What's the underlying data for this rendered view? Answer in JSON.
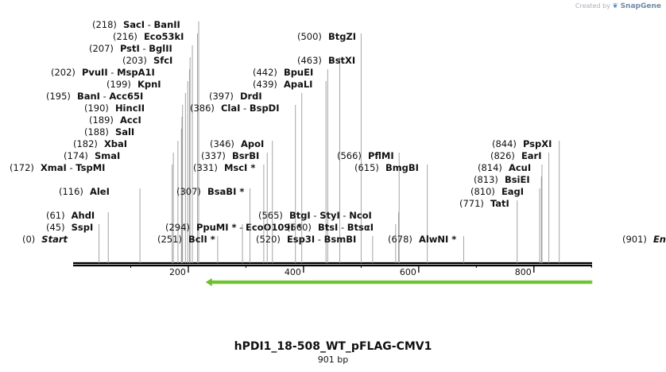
{
  "credit": {
    "prefix": "Created by",
    "brand": "SnapGene"
  },
  "title": "hPDI1_18-508_WT_pFLAG-CMV1",
  "length_label": "901 bp",
  "sequence": {
    "length": 901,
    "ticks": [
      200,
      400,
      600,
      800
    ]
  },
  "feature": {
    "name": "",
    "start": 230,
    "end": 901,
    "direction": "reverse",
    "color": "#6bbf2a"
  },
  "sites": [
    {
      "pos": 0,
      "names": [
        "Start"
      ],
      "italic": true
    },
    {
      "pos": 45,
      "names": [
        "SspI"
      ]
    },
    {
      "pos": 61,
      "names": [
        "AhdI"
      ]
    },
    {
      "pos": 116,
      "names": [
        "AleI"
      ]
    },
    {
      "pos": 172,
      "names": [
        "XmaI",
        "TspMI"
      ]
    },
    {
      "pos": 174,
      "names": [
        "SmaI"
      ]
    },
    {
      "pos": 182,
      "names": [
        "XbaI"
      ]
    },
    {
      "pos": 188,
      "names": [
        "SalI"
      ]
    },
    {
      "pos": 189,
      "names": [
        "AccI"
      ]
    },
    {
      "pos": 190,
      "names": [
        "HincII"
      ]
    },
    {
      "pos": 195,
      "names": [
        "BanI",
        "Acc65I"
      ]
    },
    {
      "pos": 199,
      "names": [
        "KpnI"
      ]
    },
    {
      "pos": 202,
      "names": [
        "PvuII",
        "MspA1I"
      ]
    },
    {
      "pos": 203,
      "names": [
        "SfcI"
      ]
    },
    {
      "pos": 207,
      "names": [
        "PstI",
        "BglII"
      ]
    },
    {
      "pos": 216,
      "names": [
        "Eco53kI"
      ]
    },
    {
      "pos": 218,
      "names": [
        "SacI",
        "BanII"
      ]
    },
    {
      "pos": 251,
      "names": [
        "BclI *"
      ]
    },
    {
      "pos": 294,
      "names": [
        "PpuMI *",
        "EcoO109I *"
      ]
    },
    {
      "pos": 307,
      "names": [
        "BsaBI *"
      ]
    },
    {
      "pos": 331,
      "names": [
        "MscI *"
      ]
    },
    {
      "pos": 337,
      "names": [
        "BsrBI"
      ]
    },
    {
      "pos": 346,
      "names": [
        "ApoI"
      ]
    },
    {
      "pos": 386,
      "names": [
        "ClaI",
        "BspDI"
      ]
    },
    {
      "pos": 397,
      "names": [
        "DrdI"
      ]
    },
    {
      "pos": 439,
      "names": [
        "ApaLI"
      ]
    },
    {
      "pos": 442,
      "names": [
        "BpuEI"
      ]
    },
    {
      "pos": 463,
      "names": [
        "BstXI"
      ]
    },
    {
      "pos": 500,
      "names": [
        "BtgZI"
      ]
    },
    {
      "pos": 520,
      "names": [
        "Esp3I",
        "BsmBI"
      ]
    },
    {
      "pos": 560,
      "names": [
        "BtsI",
        "BtsαI"
      ]
    },
    {
      "pos": 565,
      "names": [
        "BtgI",
        "StyI",
        "NcoI"
      ]
    },
    {
      "pos": 566,
      "names": [
        "PflMI"
      ]
    },
    {
      "pos": 615,
      "names": [
        "BmgBI"
      ]
    },
    {
      "pos": 678,
      "names": [
        "AlwNI *"
      ]
    },
    {
      "pos": 771,
      "names": [
        "TatI"
      ]
    },
    {
      "pos": 810,
      "names": [
        "EagI"
      ]
    },
    {
      "pos": 813,
      "names": [
        "BsiEI"
      ]
    },
    {
      "pos": 814,
      "names": [
        "AcuI"
      ]
    },
    {
      "pos": 826,
      "names": [
        "EarI"
      ]
    },
    {
      "pos": 844,
      "names": [
        "PspXI"
      ]
    },
    {
      "pos": 901,
      "names": [
        "End"
      ],
      "italic": true
    }
  ]
}
